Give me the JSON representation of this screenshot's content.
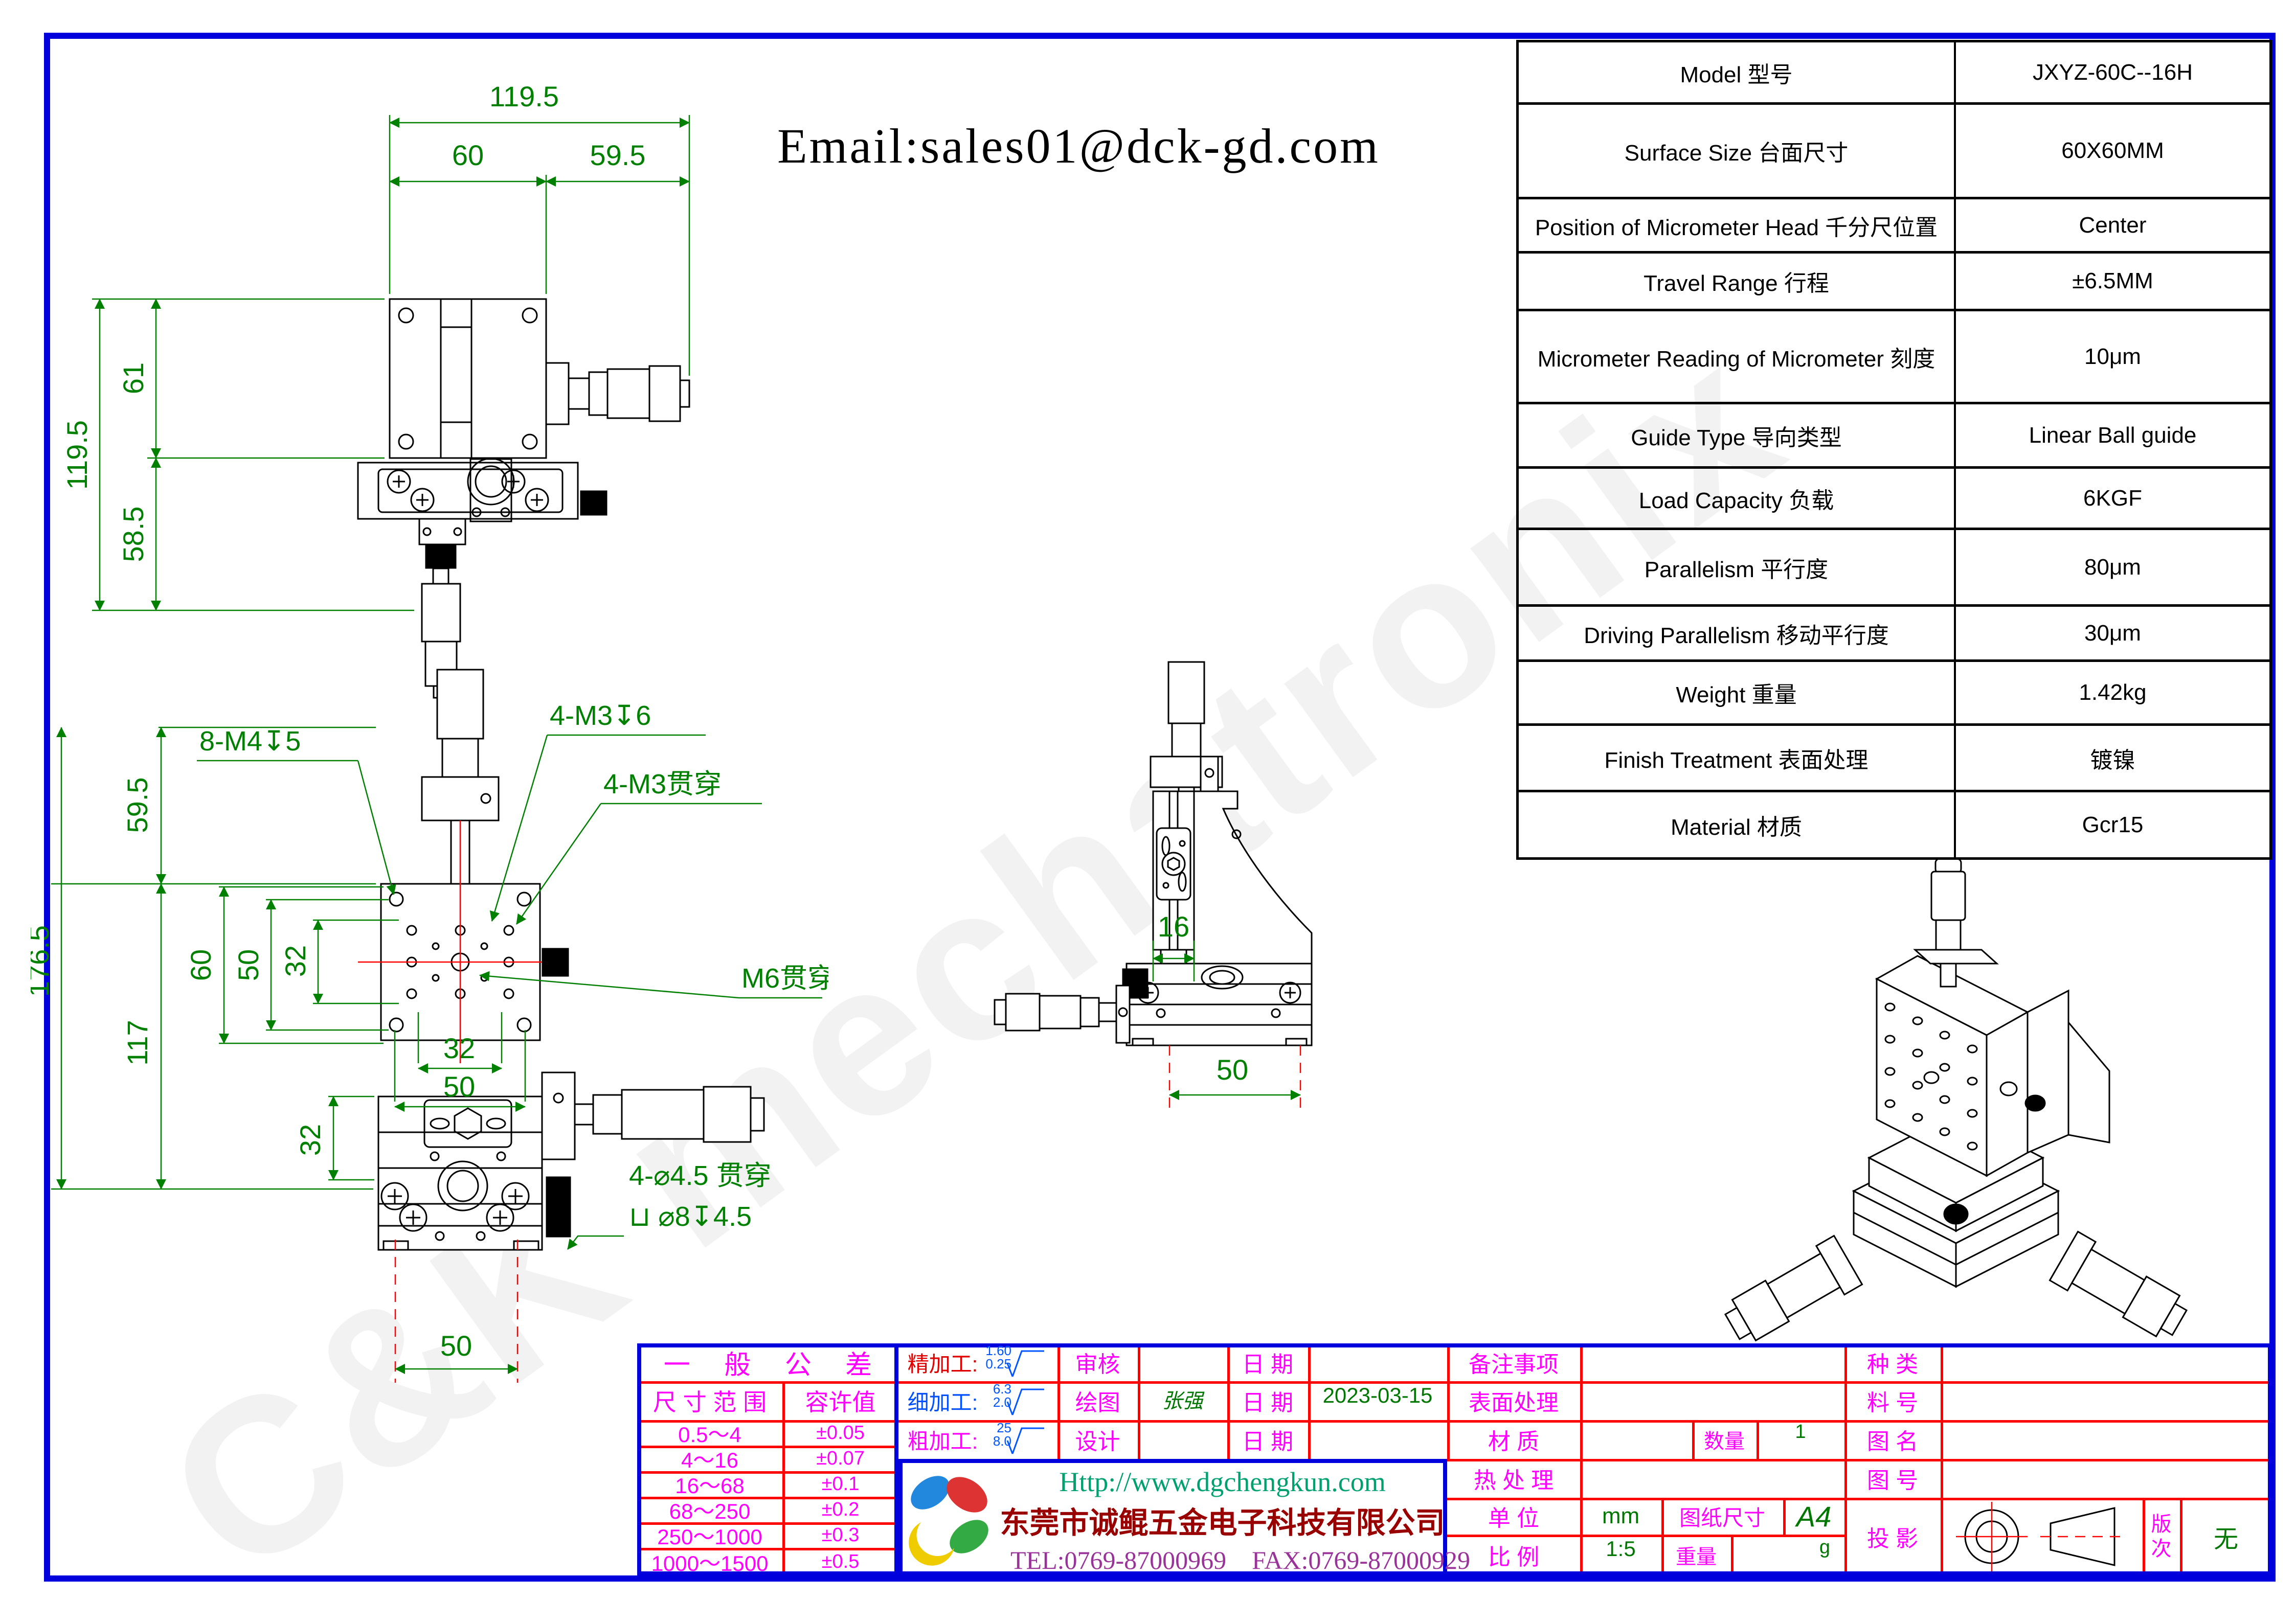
{
  "email": {
    "text": "Email:sales01@dck-gd.com"
  },
  "watermark": {
    "text": "C&K mechatronix"
  },
  "spec_table": {
    "rows": [
      {
        "label": "Model 型号",
        "value": "JXYZ-60C--16H"
      },
      {
        "label": "Surface Size 台面尺寸",
        "value": "60X60MM"
      },
      {
        "label": "Position of Micrometer Head 千分尺位置",
        "value": "Center"
      },
      {
        "label": "Travel Range 行程",
        "value": "±6.5MM"
      },
      {
        "label": "Micrometer Reading of Micrometer 刻度",
        "value": "10μm"
      },
      {
        "label": "Guide Type 导向类型",
        "value": "Linear Ball guide"
      },
      {
        "label": "Load Capacity 负载",
        "value": "6KGF"
      },
      {
        "label": "Parallelism 平行度",
        "value": "80μm"
      },
      {
        "label": "Driving Parallelism 移动平行度",
        "value": "30μm"
      },
      {
        "label": "Weight 重量",
        "value": "1.42kg"
      },
      {
        "label": "Finish Treatment 表面处理",
        "value": "镀镍"
      },
      {
        "label": "Material 材质",
        "value": "Gcr15"
      }
    ]
  },
  "plan_view": {
    "dim_total_width": "119.5",
    "dim_stage_width": "60",
    "dim_mic_right": "59.5",
    "dim_total_height": "119.5",
    "dim_upper": "61",
    "dim_lower": "58.5"
  },
  "front_view": {
    "dim_total_height": "176.5",
    "dim_top": "59.5",
    "dim_body": "117",
    "dim_v60": "60",
    "dim_v50": "50",
    "dim_v32": "32",
    "dim_h32": "32",
    "dim_h50": "50",
    "dim_base32": "32",
    "dim_bottom50": "50",
    "callout_m4": "8-M4↧5",
    "callout_m3_depth": "4-M3↧6",
    "callout_m3_thru": "4-M3贯穿",
    "callout_m6_thru": "M6贯穿",
    "callout_d45": "4-⌀4.5 贯穿",
    "callout_cbore": "⊔ ⌀8↧4.5"
  },
  "side_view": {
    "dim_16": "16",
    "dim_50": "50"
  },
  "tolerance_table": {
    "title": "一 般 公 差",
    "col_range": "尺 寸 范 围",
    "col_tol": "容许值",
    "rows": [
      {
        "range": "0.5～4",
        "tol": "±0.05"
      },
      {
        "range": "4～16",
        "tol": "±0.07"
      },
      {
        "range": "16～68",
        "tol": "±0.1"
      },
      {
        "range": "68～250",
        "tol": "±0.2"
      },
      {
        "range": "250～1000",
        "tol": "±0.3"
      },
      {
        "range": "1000～1500",
        "tol": "±0.5"
      }
    ]
  },
  "process": {
    "rows": [
      {
        "label": "精加工:",
        "ra_top": "1.60",
        "ra_bottom": "0.25"
      },
      {
        "label": "细加工:",
        "ra_top": "6.3",
        "ra_bottom": "2.0"
      },
      {
        "label": "粗加工:",
        "ra_top": "25",
        "ra_bottom": "8.0"
      }
    ]
  },
  "approval": {
    "rows": [
      {
        "role": "审核",
        "name": "",
        "date_label": "日 期",
        "date": ""
      },
      {
        "role": "绘图",
        "name": "张强",
        "date_label": "日 期",
        "date": "2023-03-15"
      },
      {
        "role": "设计",
        "name": "",
        "date_label": "日 期",
        "date": ""
      }
    ]
  },
  "company": {
    "url": "Http://www.dgchengkun.com",
    "name": "东莞市诚鲲五金电子科技有限公司",
    "telfax": "TEL:0769-87000969　FAX:0769-87000929"
  },
  "info": {
    "remark": "备注事项",
    "surface": "表面处理",
    "material": "材 质",
    "qty": "数量",
    "qty_value": "1",
    "heat": "热 处 理",
    "unit": "单 位",
    "unit_value": "mm",
    "sheet": "图纸尺寸",
    "sheet_value": "A4",
    "scale": "比 例",
    "scale_value": "1:5",
    "weight": "重量",
    "weight_value": "g",
    "kind": "种 类",
    "part_no": "料 号",
    "drawing_name": "图 名",
    "drawing_no": "图 号",
    "projection": "投 影",
    "rev": "版 次",
    "rev_value": "无"
  }
}
